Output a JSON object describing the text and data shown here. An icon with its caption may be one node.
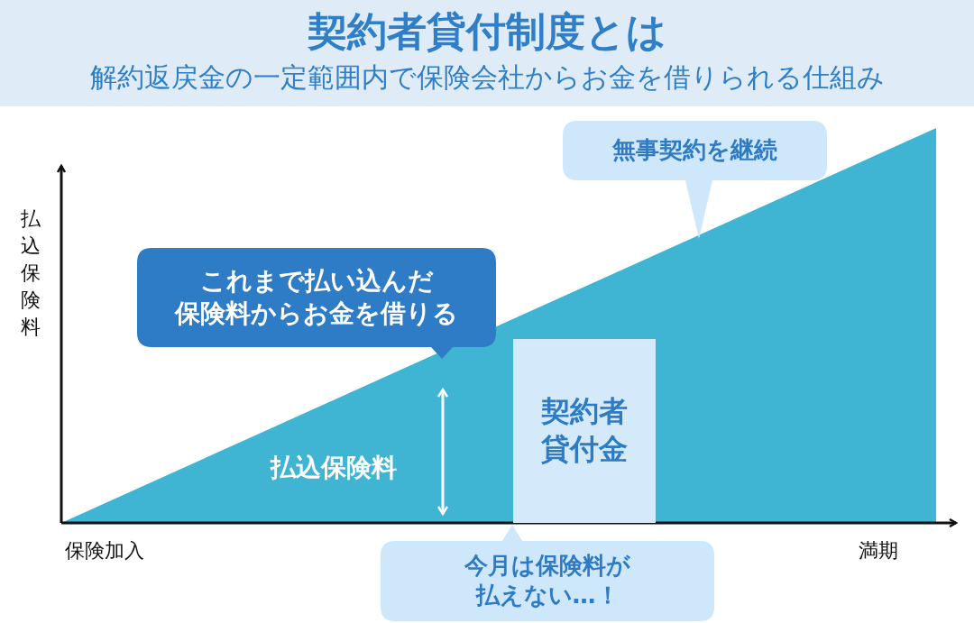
{
  "diagram": {
    "title": "契約者貸付制度とは",
    "nodes": [
      {
        "text": [
          "無事契約を継続"
        ]
      },
      {
        "text": [
          "これまで払い込んだ保険料からお金を借りる"
        ]
      },
      {
        "text": [
          "契約者貸付金"
        ]
      },
      {
        "text": [
          "今月は保険料が払えない…！"
        ]
      }
    ],
    "labels": [
      "解約返戻金の一定範囲内で保険会社からお金を借りられる仕組み",
      "払込保険料",
      "払込保険料",
      "保険加入",
      "満期"
    ]
  }
}
